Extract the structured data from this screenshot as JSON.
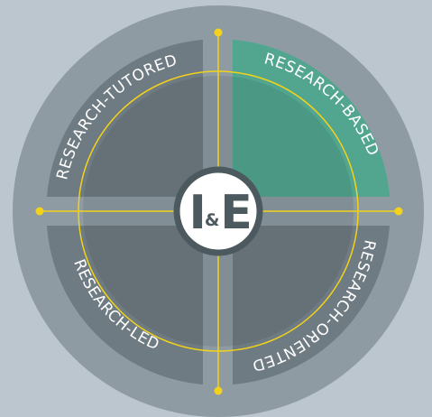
{
  "center_logo": {
    "left": "I",
    "mid": "&",
    "right": "E"
  },
  "quadrants": [
    {
      "id": "top-left",
      "label": "RESEARCH-TUTORED",
      "highlighted": false
    },
    {
      "id": "top-right",
      "label": "RESEARCH-BASED",
      "highlighted": true
    },
    {
      "id": "bottom-left",
      "label": "RESEARCH-LED",
      "highlighted": false
    },
    {
      "id": "bottom-right",
      "label": "RESEARCH-ORIENTED",
      "highlighted": false
    }
  ],
  "colors": {
    "background": "#bcc6ce",
    "outer_disc": "#8e9ba3",
    "quadrant": "#6f7b82",
    "highlight": "#52a690",
    "axis_line": "#f2d21a",
    "center_fill": "#ffffff",
    "center_ring": "#4c5a60"
  }
}
